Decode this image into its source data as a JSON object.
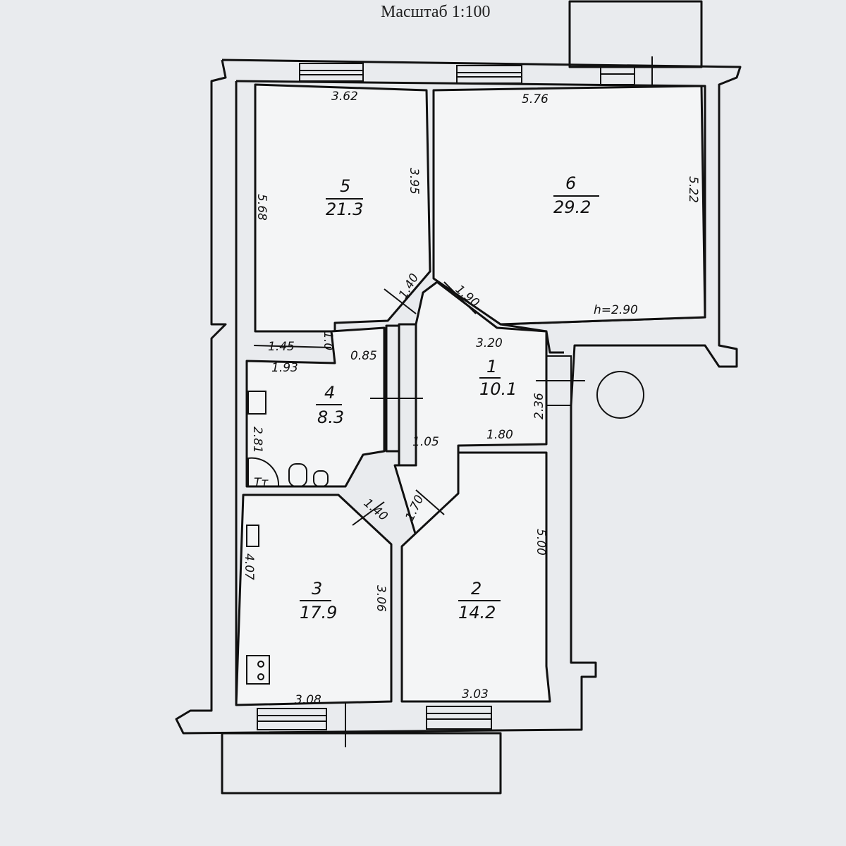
{
  "title": "Масштаб 1:100",
  "rooms": [
    {
      "number": "5",
      "area": "21.3"
    },
    {
      "number": "6",
      "area": "29.2"
    },
    {
      "number": "1",
      "area": "10.1"
    },
    {
      "number": "4",
      "area": "8.3"
    },
    {
      "number": "3",
      "area": "17.9"
    },
    {
      "number": "2",
      "area": "14.2"
    }
  ],
  "dimensions": {
    "r5_top": "3.62",
    "r6_top": "5.76",
    "r5_right": "3.95",
    "r5_left": "5.68",
    "r6_right": "5.22",
    "door5": "1.40",
    "door6": "1.90",
    "height": "h=2.90",
    "r1_top": "3.20",
    "hall_top": "1.45",
    "hall_bottom": "1.93",
    "hall_side": "1.0",
    "toilet": "0.85",
    "r1_right": "2.36",
    "r1_small": "1.05",
    "r1_bottom": "1.80",
    "r4_left": "2.81",
    "door3": "1.40",
    "door2": "1.70",
    "r2_right": "5.00",
    "r3_left": "4.07",
    "r3_right": "3.06",
    "r3_bottom": "3.08",
    "r2_bottom": "3.03"
  },
  "fixture_label": "Tт"
}
